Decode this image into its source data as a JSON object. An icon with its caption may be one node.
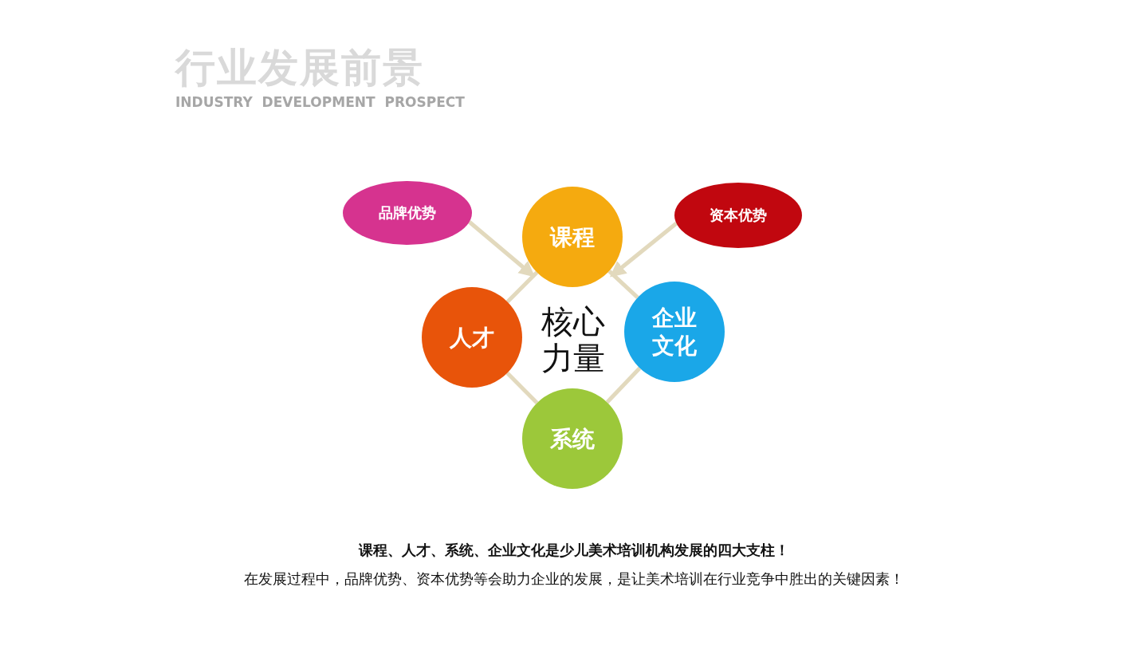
{
  "diagram": {
    "title": "行业发展前景",
    "nodes": [
      {
        "text": [
          "品牌优势"
        ]
      },
      {
        "text": [
          "课程"
        ]
      },
      {
        "text": [
          "资本优势"
        ]
      },
      {
        "text": [
          "人才"
        ]
      },
      {
        "text": [
          "企业文化"
        ]
      },
      {
        "text": [
          "系统"
        ]
      }
    ],
    "edges": [
      {
        "from": 1,
        "to": 3,
        "arrow": "none"
      },
      {
        "from": 1,
        "to": 4,
        "arrow": "none"
      },
      {
        "from": 3,
        "to": 5,
        "arrow": "none"
      },
      {
        "from": 5,
        "to": 4,
        "arrow": "none"
      },
      {
        "from": 0,
        "to": 1,
        "arrow": "to"
      },
      {
        "from": 2,
        "to": 1,
        "arrow": "to"
      }
    ],
    "labels": [
      "INDUSTRY  DEVELOPMENT  PROSPECT",
      "核心力量",
      "课程、人才、系统、企业文化是少儿美术培训机构发展的四大支柱！",
      "在发展过程中，品牌优势、资本优势等会助力企业的发展，是让美术培训在行业竞争中胜出的关键因素！"
    ]
  }
}
